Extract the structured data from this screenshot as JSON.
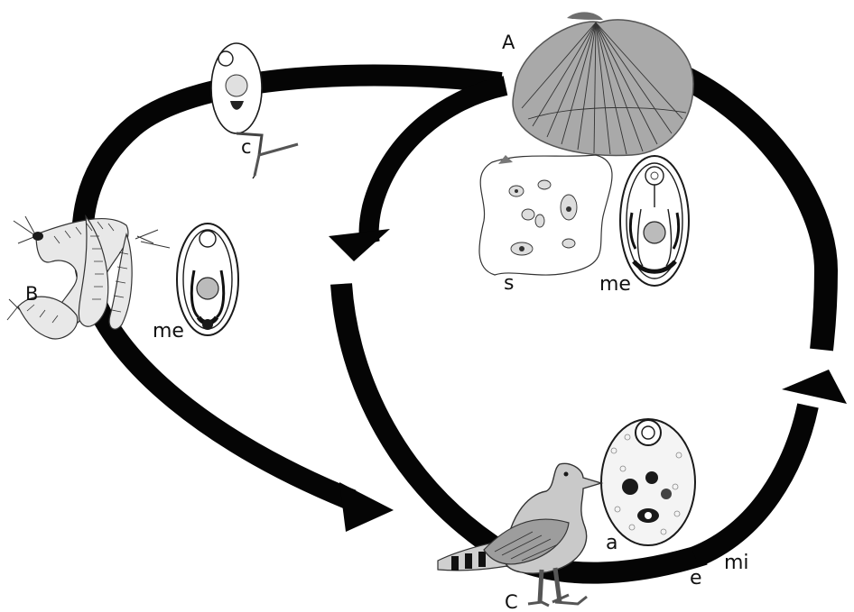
{
  "diagram": {
    "labels": {
      "host_a": "A",
      "host_b": "B",
      "host_c": "C",
      "cercaria": "c",
      "sporocyst": "s",
      "metacercaria_a": "me",
      "metacercaria_b": "me",
      "adult": "a",
      "egg": "e",
      "miracidium": "mi"
    },
    "colors": {
      "arrow": "#050505",
      "shell": "#a9a9a9",
      "bird_body": "#c9c9c9",
      "bird_wing": "#9d9d9d",
      "worm": "#e8e8e8"
    },
    "icons": [
      "cockle-shell-icon",
      "polychaete-worm-icon",
      "gull-icon",
      "cercaria-icon",
      "sporocyst-icon",
      "metacercaria-icon",
      "adult-fluke-icon"
    ]
  }
}
